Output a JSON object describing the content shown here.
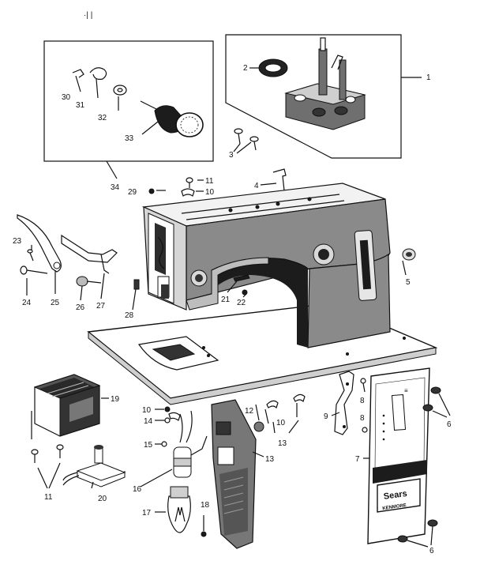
{
  "diagram": {
    "stray_mark": "·| |",
    "plate_brand": "Sears",
    "plate_model": "KENMORE",
    "callouts": {
      "c1": "1",
      "c2": "2",
      "c3": "3",
      "c4": "4",
      "c5": "5",
      "c6a": "6",
      "c6b": "6",
      "c7": "7",
      "c8a": "8",
      "c8b": "8",
      "c9": "9",
      "c10a": "10",
      "c10b": "10",
      "c10c": "10",
      "c11a": "11",
      "c11b": "11",
      "c12": "12",
      "c13": "13",
      "c13b": "13",
      "c14": "14",
      "c15": "15",
      "c16": "16",
      "c17": "17",
      "c18": "18",
      "c19": "19",
      "c20": "20",
      "c21": "21",
      "c22": "22",
      "c23": "23",
      "c24": "24",
      "c25": "25",
      "c26": "26",
      "c27": "27",
      "c28": "28",
      "c29": "29",
      "c30": "30",
      "c31": "31",
      "c32": "32",
      "c33": "33",
      "c34": "34"
    }
  }
}
